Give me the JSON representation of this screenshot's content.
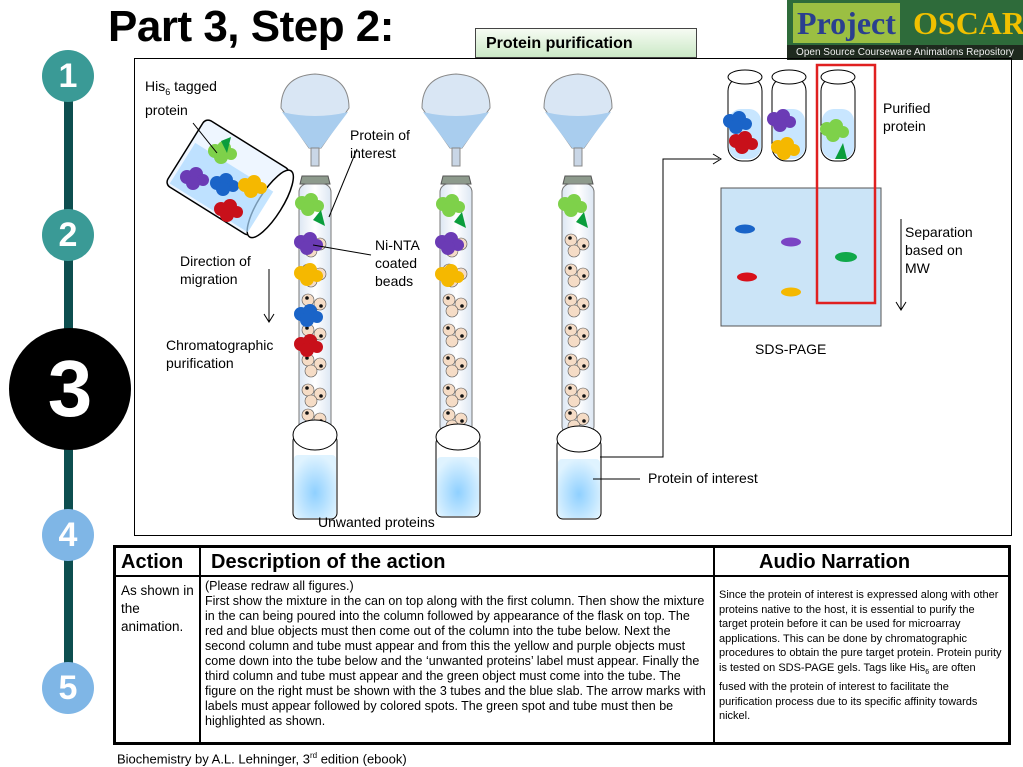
{
  "header": {
    "title": "Part 3, Step 2:",
    "section": "Protein purification"
  },
  "logo": {
    "word1": "Project",
    "word2": "OSCAR",
    "subtitle": "Open Source Courseware Animations Repository"
  },
  "steps": [
    "1",
    "2",
    "3",
    "4",
    "5"
  ],
  "diagram": {
    "his_tagged": {
      "main": "His",
      "sub": "6",
      "rest": " tagged",
      "line2": "protein"
    },
    "protein_of_interest_top": [
      "Protein of",
      "interest"
    ],
    "direction": [
      "Direction of",
      "migration"
    ],
    "chromatographic": [
      "Chromatographic",
      "purification"
    ],
    "ni_nta": [
      "Ni-NTA",
      "coated",
      "beads"
    ],
    "purified": [
      "Purified",
      "protein"
    ],
    "separation": [
      "Separation",
      "based on",
      "MW"
    ],
    "sds_page": "SDS-PAGE",
    "protein_of_interest_bottom": "Protein of interest",
    "unwanted": "Unwanted proteins"
  },
  "table": {
    "headers": [
      "Action",
      "Description of the action",
      "Audio Narration"
    ],
    "action": "As shown in the animation.",
    "description_note": "(Please redraw all figures.)",
    "description": "First show the mixture in the can on top along with the first column. Then show the mixture in the can being poured into the column followed by appearance of the flask on top. The red and blue objects must then come out of the column into the tube below. Next the second column and tube must appear and from this the yellow and purple objects must come down into the tube below and the ‘unwanted proteins’ label must appear. Finally the third column and tube must appear and the green object must come into the tube. The figure on the right must be shown with the 3 tubes and the blue slab. The arrow marks with labels must appear followed by colored spots. The green spot and tube must then be highlighted as shown.",
    "narration_a": "Since the protein of interest is expressed along with other proteins native to the host, it is essential to purify the target protein before it can be used for microarray applications. This can be done by chromatographic procedures to obtain the pure target protein. Protein purity is tested on SDS-PAGE gels. Tags like His",
    "narration_sub": "6",
    "narration_b": " are often fused with the protein of interest to facilitate the purification process due to its specific affinity towards nickel."
  },
  "footer": {
    "main": "Biochemistry by A.L. Lehninger, 3",
    "sup": "rd",
    "rest": " edition (ebook)"
  },
  "colors": {
    "step_teal": "#3a9a96",
    "step_blue": "#7fb6e6",
    "step_active": "#000000",
    "timeline": "#0d4e4f",
    "highlight": "#e02020"
  }
}
